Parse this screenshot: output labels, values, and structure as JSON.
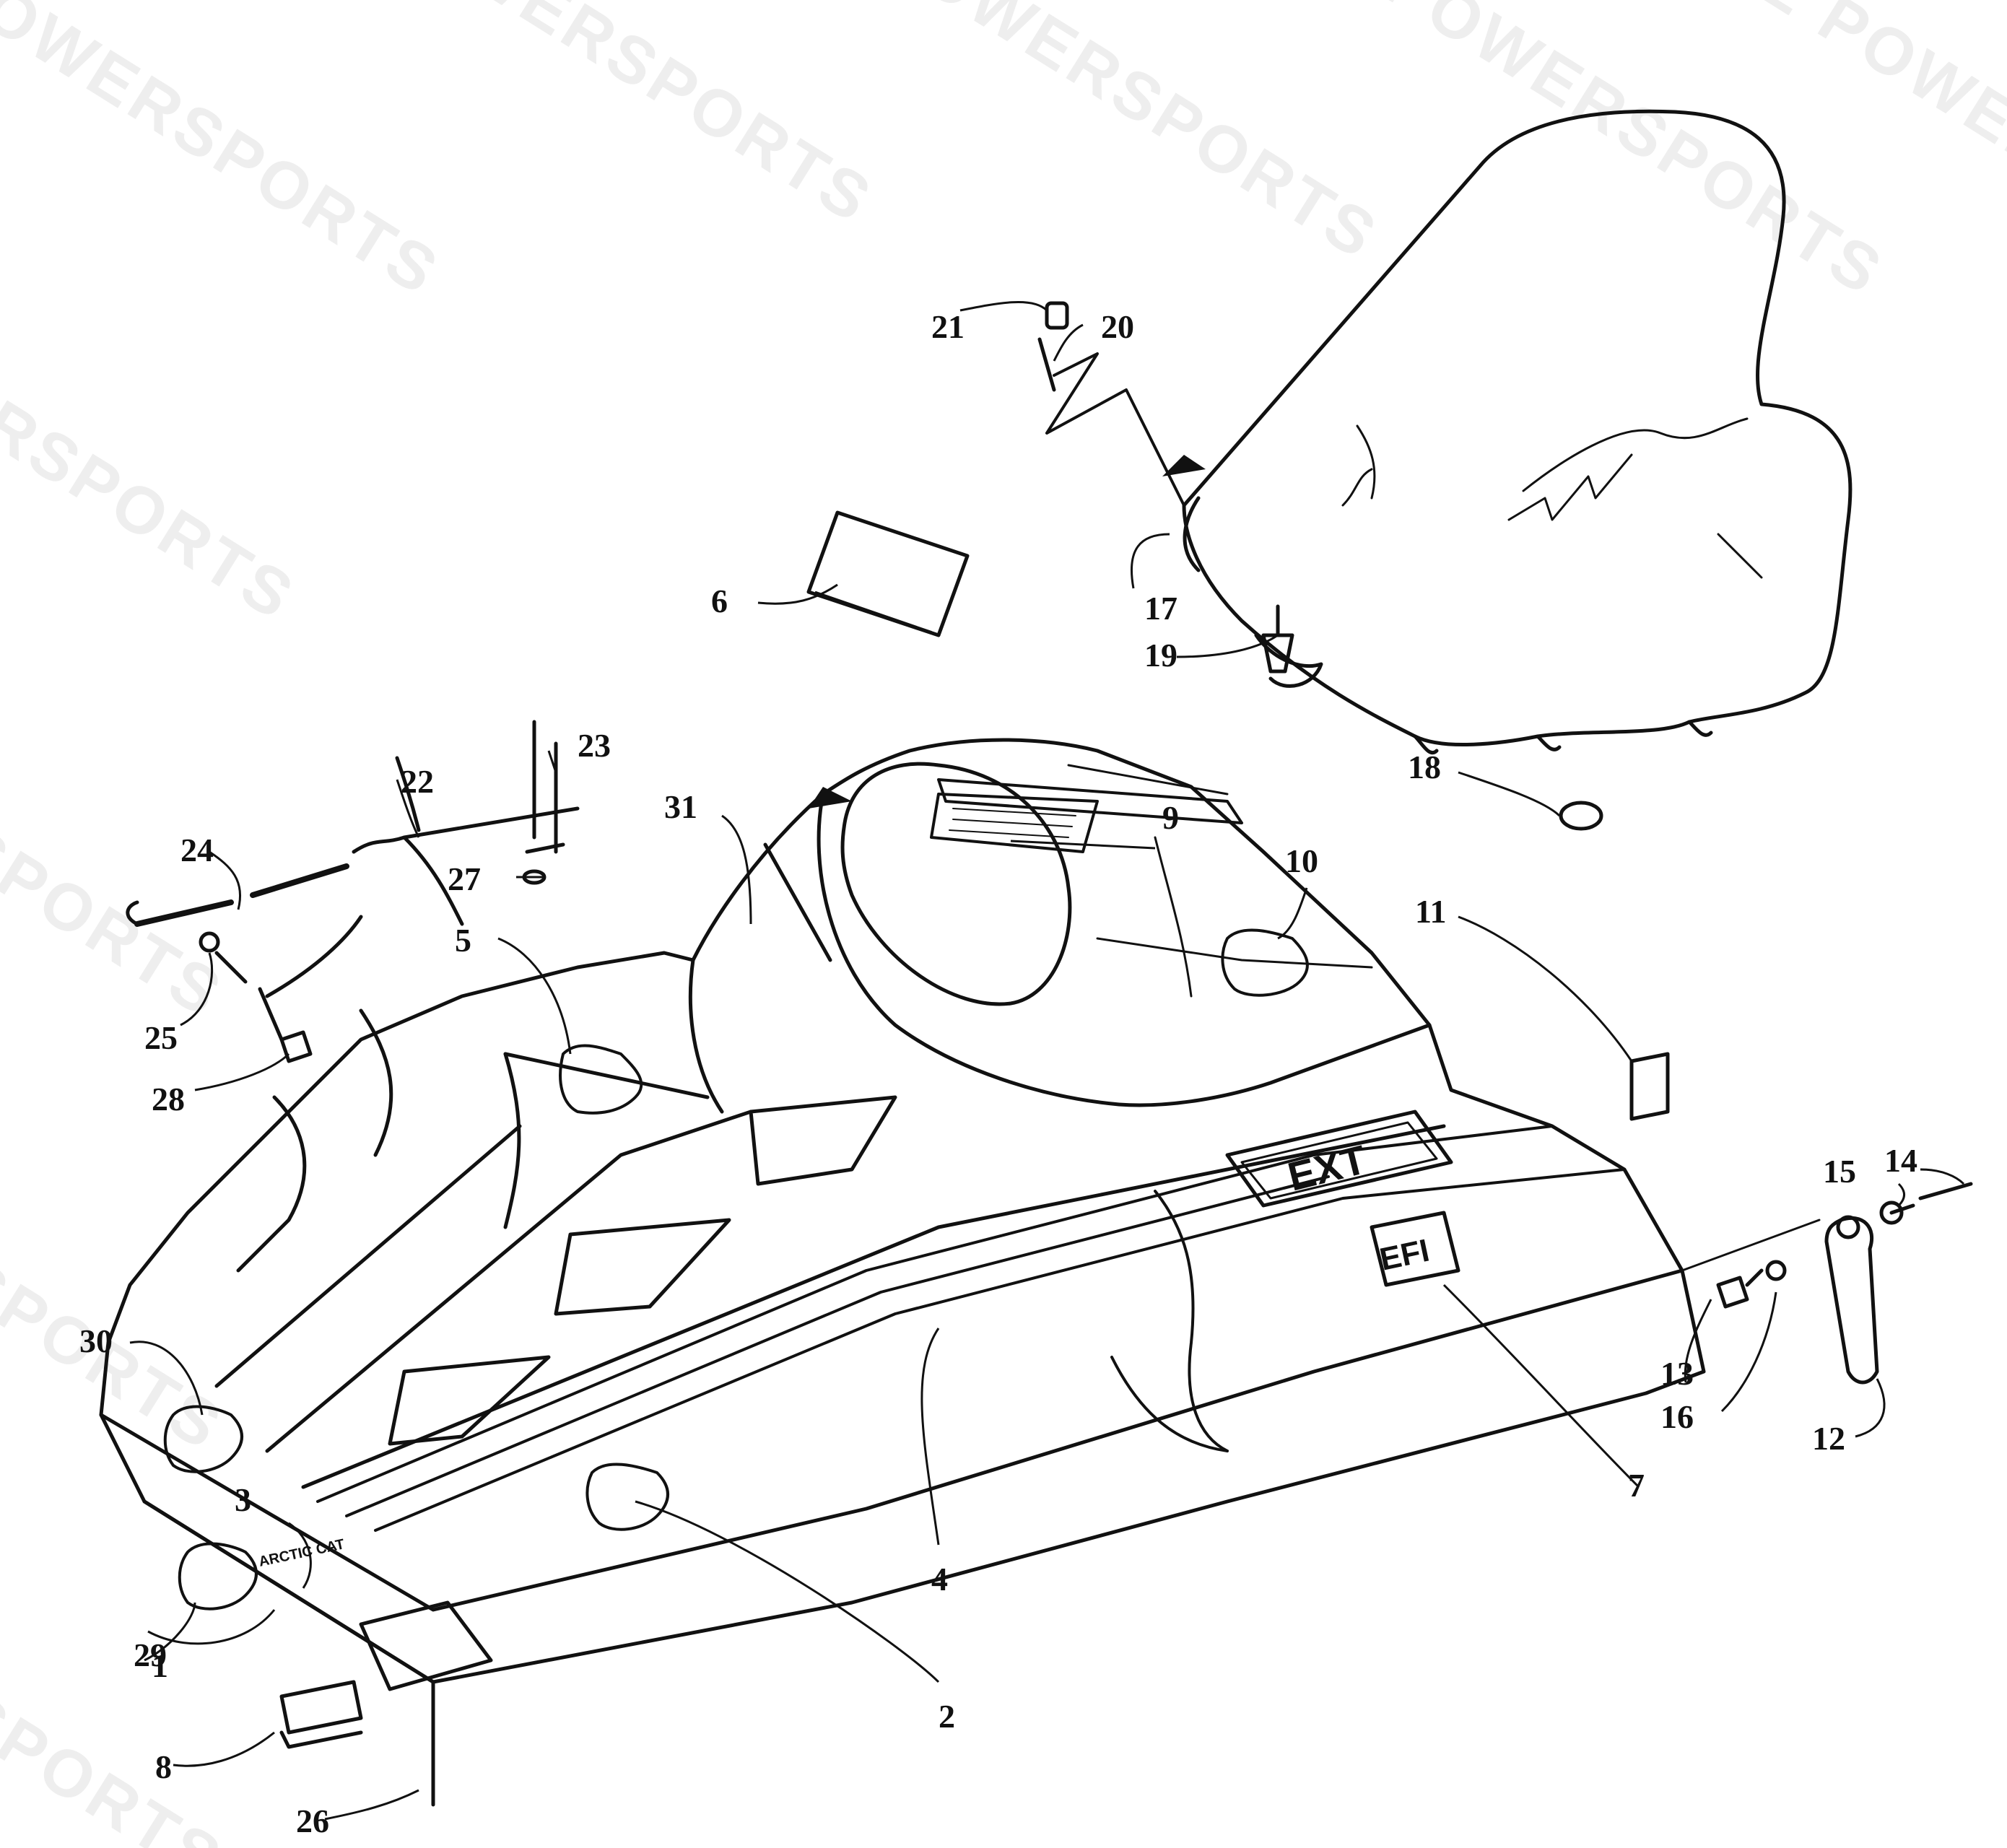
{
  "watermark_text": "EMPIRE POWERSPORTS",
  "callouts": {
    "c1": "1",
    "c2": "2",
    "c3": "3",
    "c4": "4",
    "c5": "5",
    "c6": "6",
    "c7": "7",
    "c8": "8",
    "c9": "9",
    "c10": "10",
    "c11": "11",
    "c12": "12",
    "c13": "13",
    "c14": "14",
    "c15": "15",
    "c16": "16",
    "c17": "17",
    "c18": "18",
    "c19": "19",
    "c20": "20",
    "c21": "21",
    "c22": "22",
    "c23": "23",
    "c24": "24",
    "c25": "25",
    "c26": "26",
    "c27": "27",
    "c28": "28",
    "c29": "29",
    "c30": "30",
    "c31": "31"
  },
  "decals": {
    "model": "EXT",
    "engine": "EFI",
    "brand": "ARCTIC CAT"
  },
  "colors": {
    "line": "#111111",
    "background": "#ffffff"
  }
}
